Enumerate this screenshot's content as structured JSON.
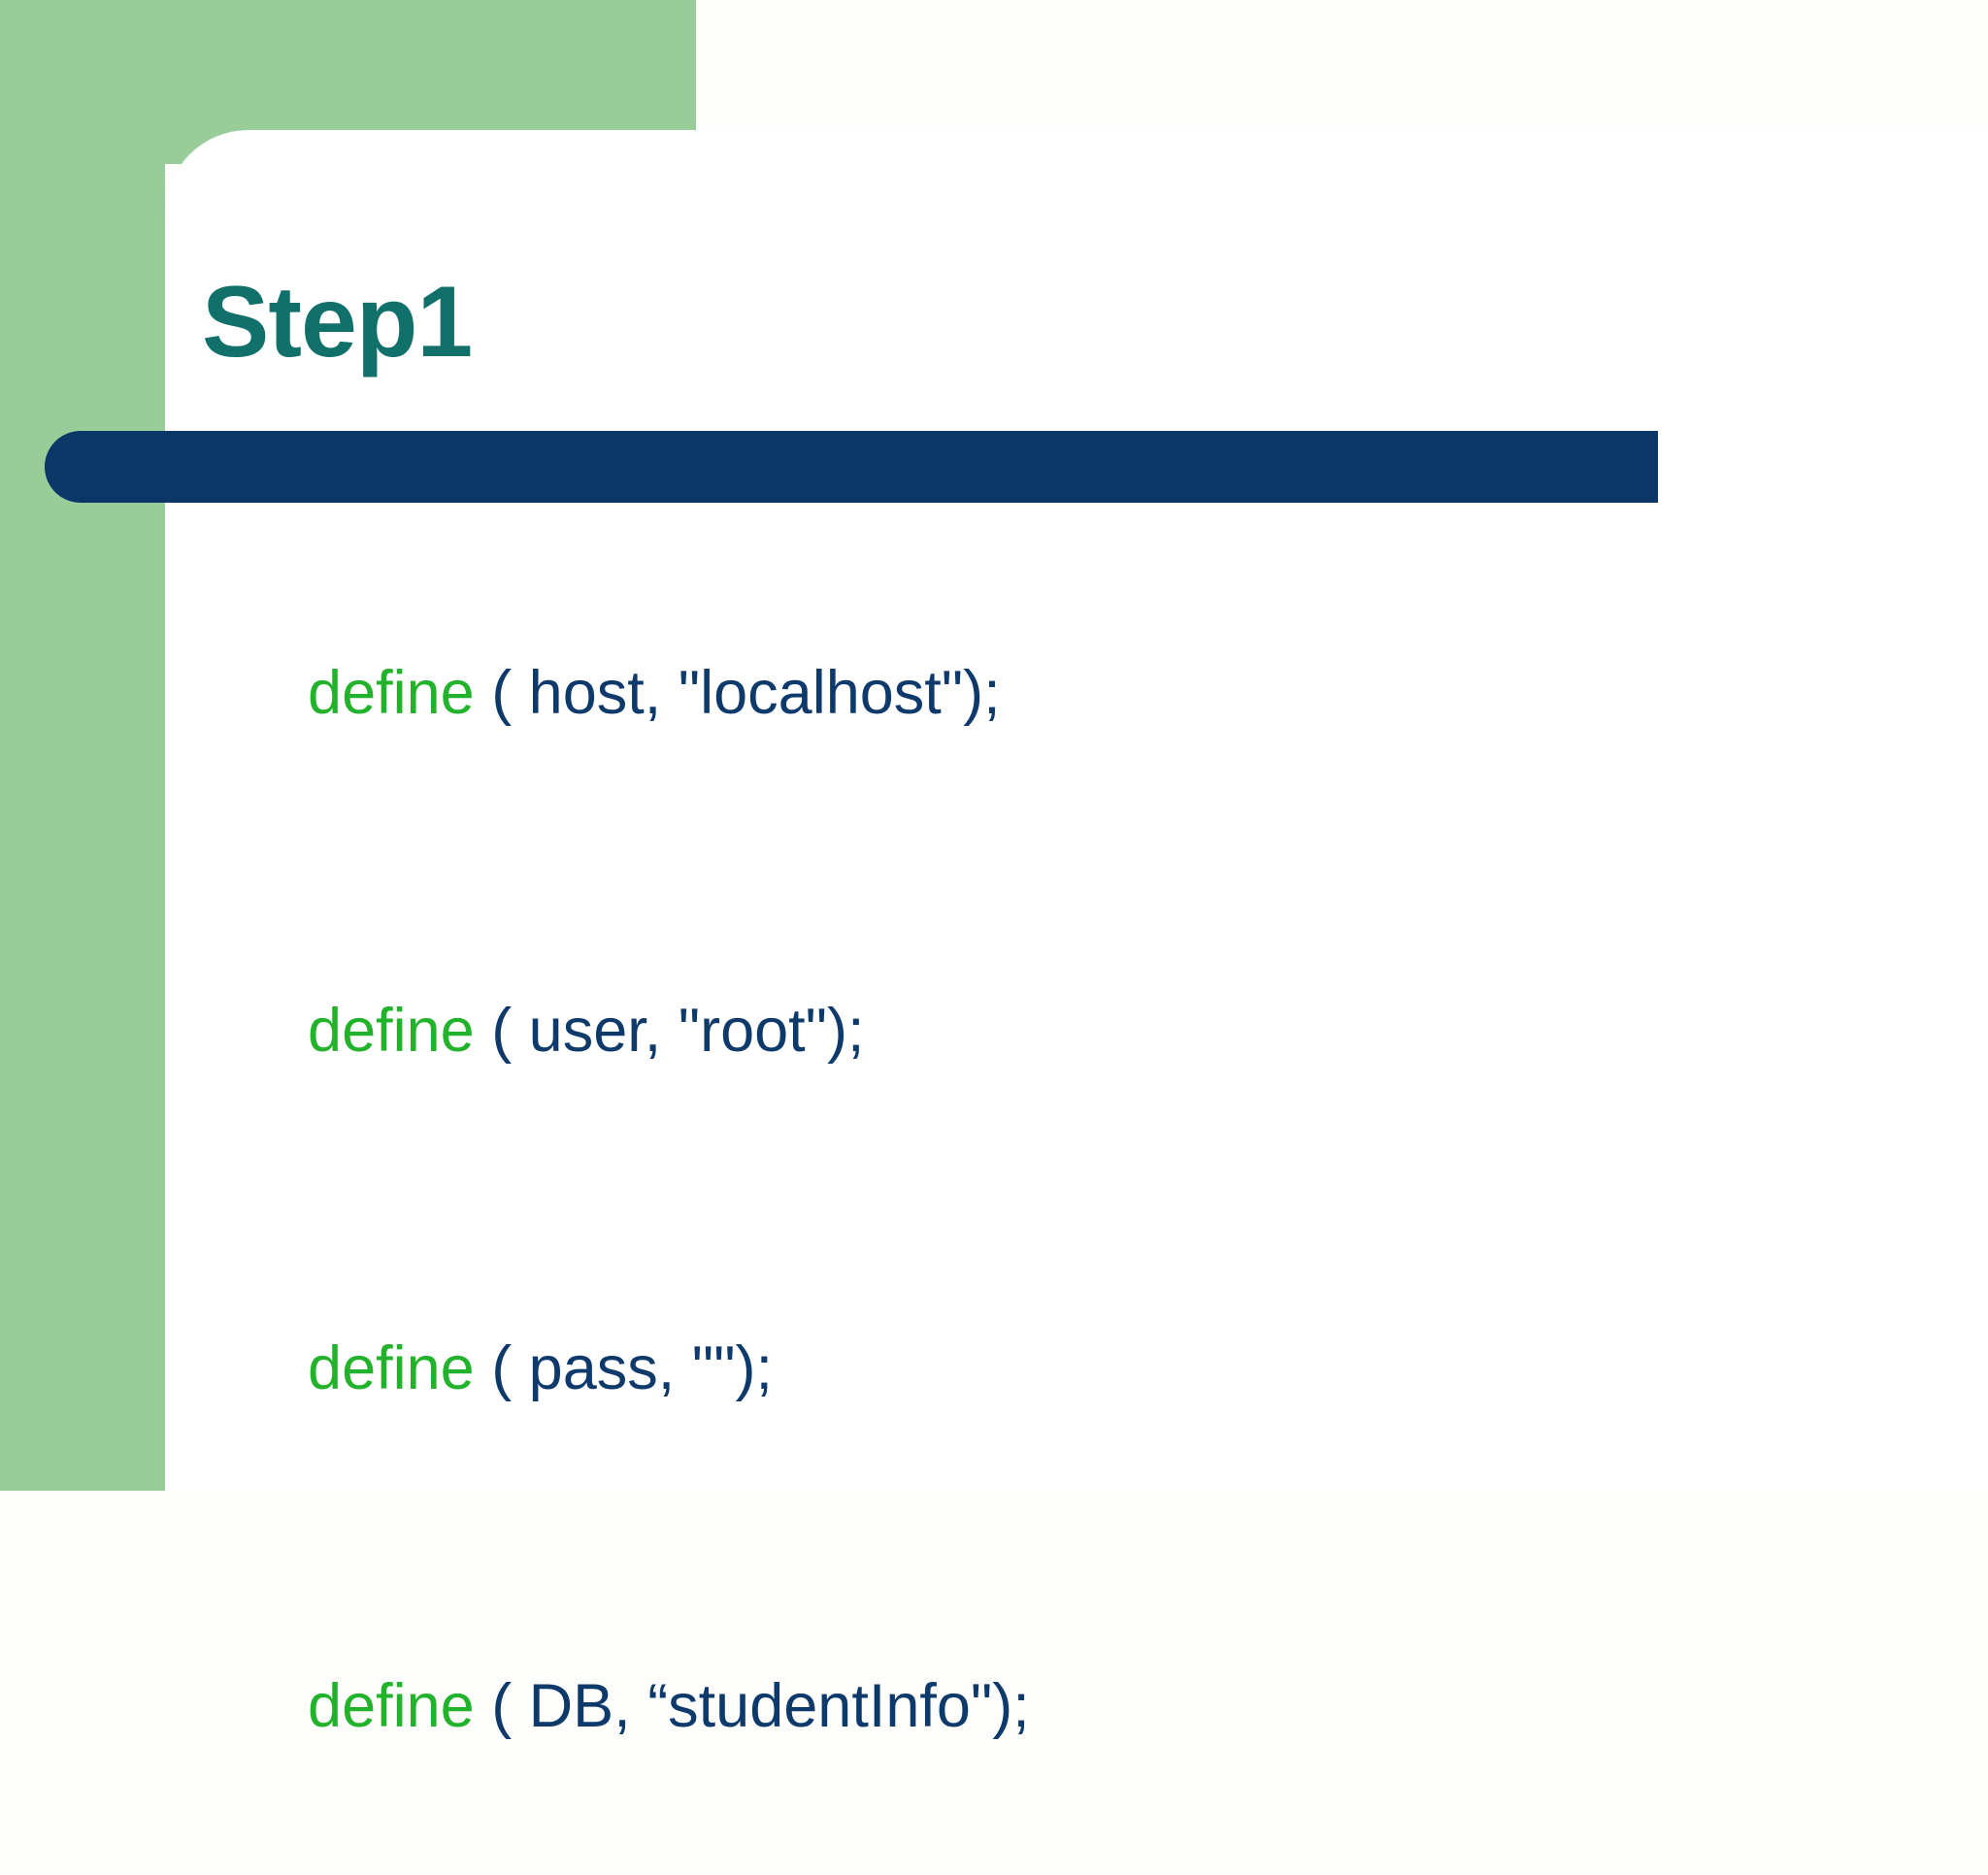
{
  "slide": {
    "title": "Step1",
    "theme": {
      "accent_green": "#98CD9A",
      "title_teal": "#11706A",
      "divider_navy": "#0A3767",
      "keyword_green": "#22B22B",
      "code_navy": "#0E3A6B",
      "page_background": "#FDFEFB",
      "panel_background": "#FFFFFF"
    },
    "code_lines": [
      {
        "keyword": "define",
        "rest": " ( host, \"localhost\");"
      },
      {
        "keyword": "define",
        "rest": " ( user, \"root\");"
      },
      {
        "keyword": "define",
        "rest": " ( pass, \"\");"
      },
      {
        "keyword": "define",
        "rest": " ( DB, “studentInfo\");"
      }
    ]
  }
}
